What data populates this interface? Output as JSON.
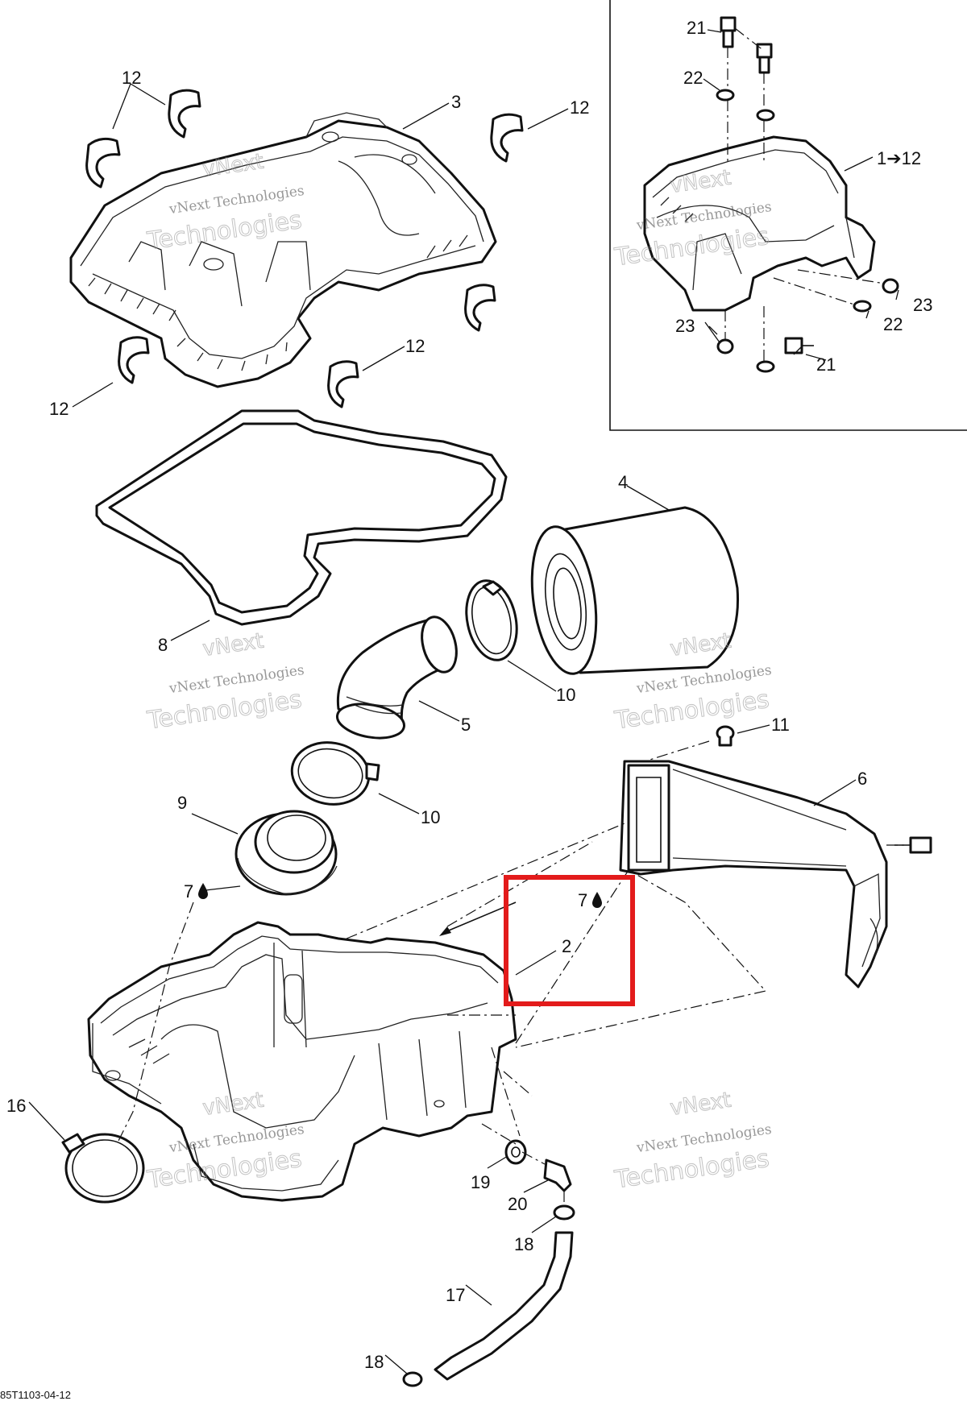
{
  "diagram": {
    "accent_color": "#e31b1b",
    "callouts": {
      "c12a": "12",
      "c12b": "12",
      "c12c": "12",
      "c12d": "12",
      "c3": "3",
      "c8": "8",
      "c4": "4",
      "c5": "5",
      "c10a": "10",
      "c10b": "10",
      "c11": "11",
      "c6": "6",
      "c9": "9",
      "c7a": "7",
      "c7b": "7",
      "c2": "2",
      "c16": "16",
      "c19": "19",
      "c20": "20",
      "c18a": "18",
      "c18b": "18",
      "c17": "17",
      "c21a": "21",
      "c21b": "21",
      "c22a": "22",
      "c22b": "22",
      "c23a": "23",
      "c23b": "23",
      "c1to12": "1➔12"
    },
    "watermark": {
      "line1": "vNext Technologies",
      "line2": "Technologies",
      "line0": "vNext"
    },
    "drawing_code": "85T1103-04-12",
    "icons": [
      "oil-drop-icon"
    ]
  }
}
